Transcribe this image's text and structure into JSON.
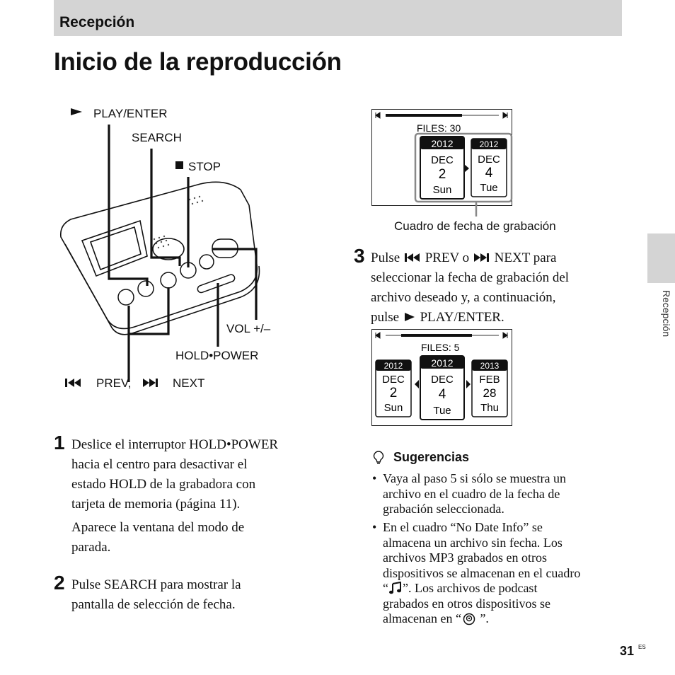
{
  "section": {
    "title": "Recepción"
  },
  "page_title": "Inicio de la reproducción",
  "side_tab": "Recepción",
  "device_labels": {
    "play": "PLAY/ENTER",
    "search": "SEARCH",
    "stop": "STOP",
    "vol": "VOL +/–",
    "hold": "HOLD•POWER",
    "prev_text": "PREV,",
    "next_text": "NEXT"
  },
  "screen1": {
    "files": "FILES: 30",
    "caption": "Cuadro de fecha de grabación",
    "cards": [
      {
        "year": "2012",
        "month": "DEC",
        "day": "2",
        "weekday": "Sun",
        "selected": true
      },
      {
        "year": "2012",
        "month": "DEC",
        "day": "4",
        "weekday": "Tue",
        "selected": false
      }
    ]
  },
  "screen2": {
    "files": "FILES: 5",
    "cards": [
      {
        "year": "2012",
        "month": "DEC",
        "day": "2",
        "weekday": "Sun",
        "selected": false
      },
      {
        "year": "2012",
        "month": "DEC",
        "day": "4",
        "weekday": "Tue",
        "selected": true
      },
      {
        "year": "2013",
        "month": "FEB",
        "day": "28",
        "weekday": "Thu",
        "selected": false
      }
    ]
  },
  "steps": {
    "s1": {
      "num": "1",
      "lines": [
        "Deslice el interruptor HOLD•POWER",
        "hacia el centro para desactivar el",
        "estado HOLD de la grabadora con",
        "tarjeta de memoria (página 11)."
      ],
      "note_lines": [
        "Aparece la ventana del modo de",
        "parada."
      ]
    },
    "s2": {
      "num": "2",
      "lines": [
        "Pulse SEARCH para mostrar la",
        "pantalla de selección de fecha."
      ]
    },
    "s3": {
      "num": "3",
      "l1_a": "Pulse",
      "l1_b": "PREV o",
      "l1_c": "NEXT para",
      "l2": "seleccionar la fecha de grabación del",
      "l3": "archivo deseado y, a continuación,",
      "l4_a": "pulse",
      "l4_b": "PLAY/ENTER."
    }
  },
  "tips": {
    "title": "Sugerencias",
    "t1": [
      "Vaya al paso 5 si sólo se muestra un",
      "archivo en el cuadro de la fecha de",
      "grabación seleccionada."
    ],
    "t2": {
      "lines": [
        "En el cuadro “No Date Info” se",
        "almacena un archivo sin fecha. Los",
        "archivos MP3 grabados en otros",
        "dispositivos se almacenan en el cuadro"
      ],
      "l5_a": "“",
      "l5_b": "”. Los archivos de podcast",
      "l6": "grabados en otros dispositivos se",
      "l7_a": "almacenan en “",
      "l7_b": " ”."
    }
  },
  "page": {
    "number": "31",
    "suffix": "ES"
  }
}
